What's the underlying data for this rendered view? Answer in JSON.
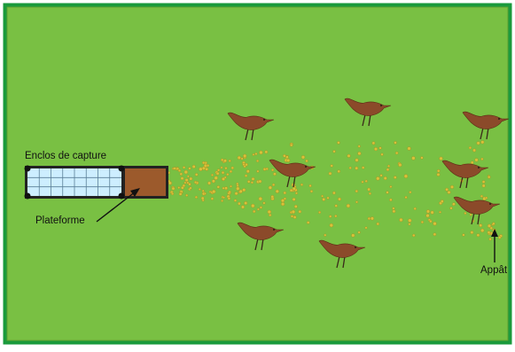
{
  "labels": {
    "enclosure": "Enclos de capture",
    "platform": "Plateforme",
    "bait": "Appât"
  },
  "colors": {
    "field": "#79c043",
    "outer_border": "#1a9a3c",
    "bird_body": "#8b4a2a",
    "bird_legs": "#3a2a1a",
    "bait_seed": "#d8c23a",
    "enclosure_net": "#cdeeff",
    "enclosure_grid": "#5a7f96",
    "platform_fill": "#9c5a2c"
  },
  "icons": {
    "bird": "bird-icon",
    "pointer_arrow": "arrow-icon",
    "bait": "seed-icon"
  }
}
